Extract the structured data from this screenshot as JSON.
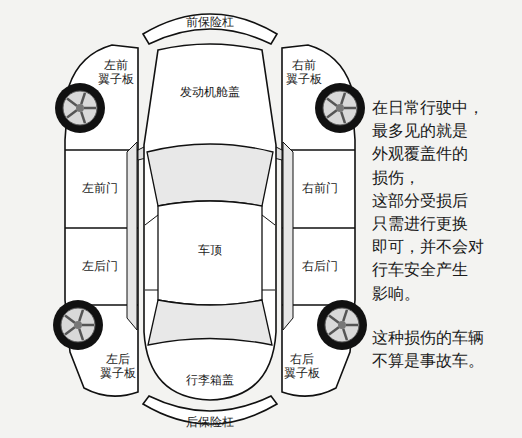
{
  "diagram": {
    "labels": [
      "前保险杠",
      "左前 翼子板",
      "发动机舱盖",
      "右前 翼子板",
      "左前门",
      "车顶",
      "右前门",
      "左后门",
      "右后门",
      "左后 翼子板",
      "行李箱盖",
      "右后 翼子板",
      "后保险杠",
      "在日常行驶中， 最多见的就是 外观覆盖件的 损伤， 这部分受损后 只需进行更换 即可，并不会对 行车安全产生 影响。",
      "这种损伤的车辆 不算是事故车。"
    ]
  }
}
